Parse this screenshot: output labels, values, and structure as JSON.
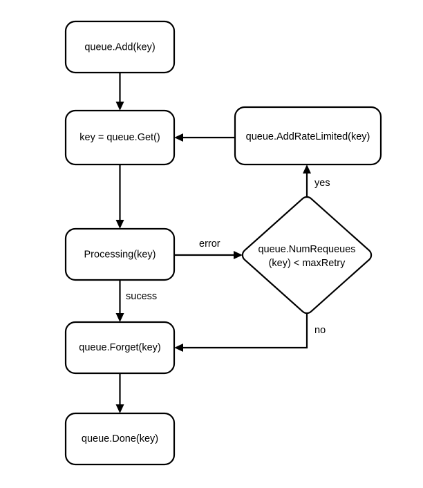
{
  "diagram": {
    "type": "flowchart",
    "title": "",
    "background_color": "#ffffff",
    "line_color": "#000000",
    "text_color": "#000000",
    "nodes": [
      {
        "id": "add",
        "shape": "rounded-rect",
        "label": "queue.Add(key)"
      },
      {
        "id": "get",
        "shape": "rounded-rect",
        "label": "key = queue.Get()"
      },
      {
        "id": "add_rate_limited",
        "shape": "rounded-rect",
        "label": "queue.AddRateLimited(key)"
      },
      {
        "id": "processing",
        "shape": "rounded-rect",
        "label": "Processing(key)"
      },
      {
        "id": "num_requeues",
        "shape": "diamond",
        "label_line1": "queue.NumRequeues",
        "label_line2": "(key) < maxRetry"
      },
      {
        "id": "forget",
        "shape": "rounded-rect",
        "label": "queue.Forget(key)"
      },
      {
        "id": "done",
        "shape": "rounded-rect",
        "label": "queue.Done(key)"
      }
    ],
    "edges": [
      {
        "id": "add-to-get",
        "from": "add",
        "to": "get",
        "label": ""
      },
      {
        "id": "get-to-processing",
        "from": "get",
        "to": "processing",
        "label": ""
      },
      {
        "id": "processing-to-decision",
        "from": "processing",
        "to": "num_requeues",
        "label": "error"
      },
      {
        "id": "processing-to-forget",
        "from": "processing",
        "to": "forget",
        "label": "sucess"
      },
      {
        "id": "decision-to-ratelimited",
        "from": "num_requeues",
        "to": "add_rate_limited",
        "label": "yes"
      },
      {
        "id": "decision-to-forget",
        "from": "num_requeues",
        "to": "forget",
        "label": "no"
      },
      {
        "id": "ratelimited-to-get",
        "from": "add_rate_limited",
        "to": "get",
        "label": ""
      },
      {
        "id": "forget-to-done",
        "from": "forget",
        "to": "done",
        "label": ""
      }
    ]
  }
}
